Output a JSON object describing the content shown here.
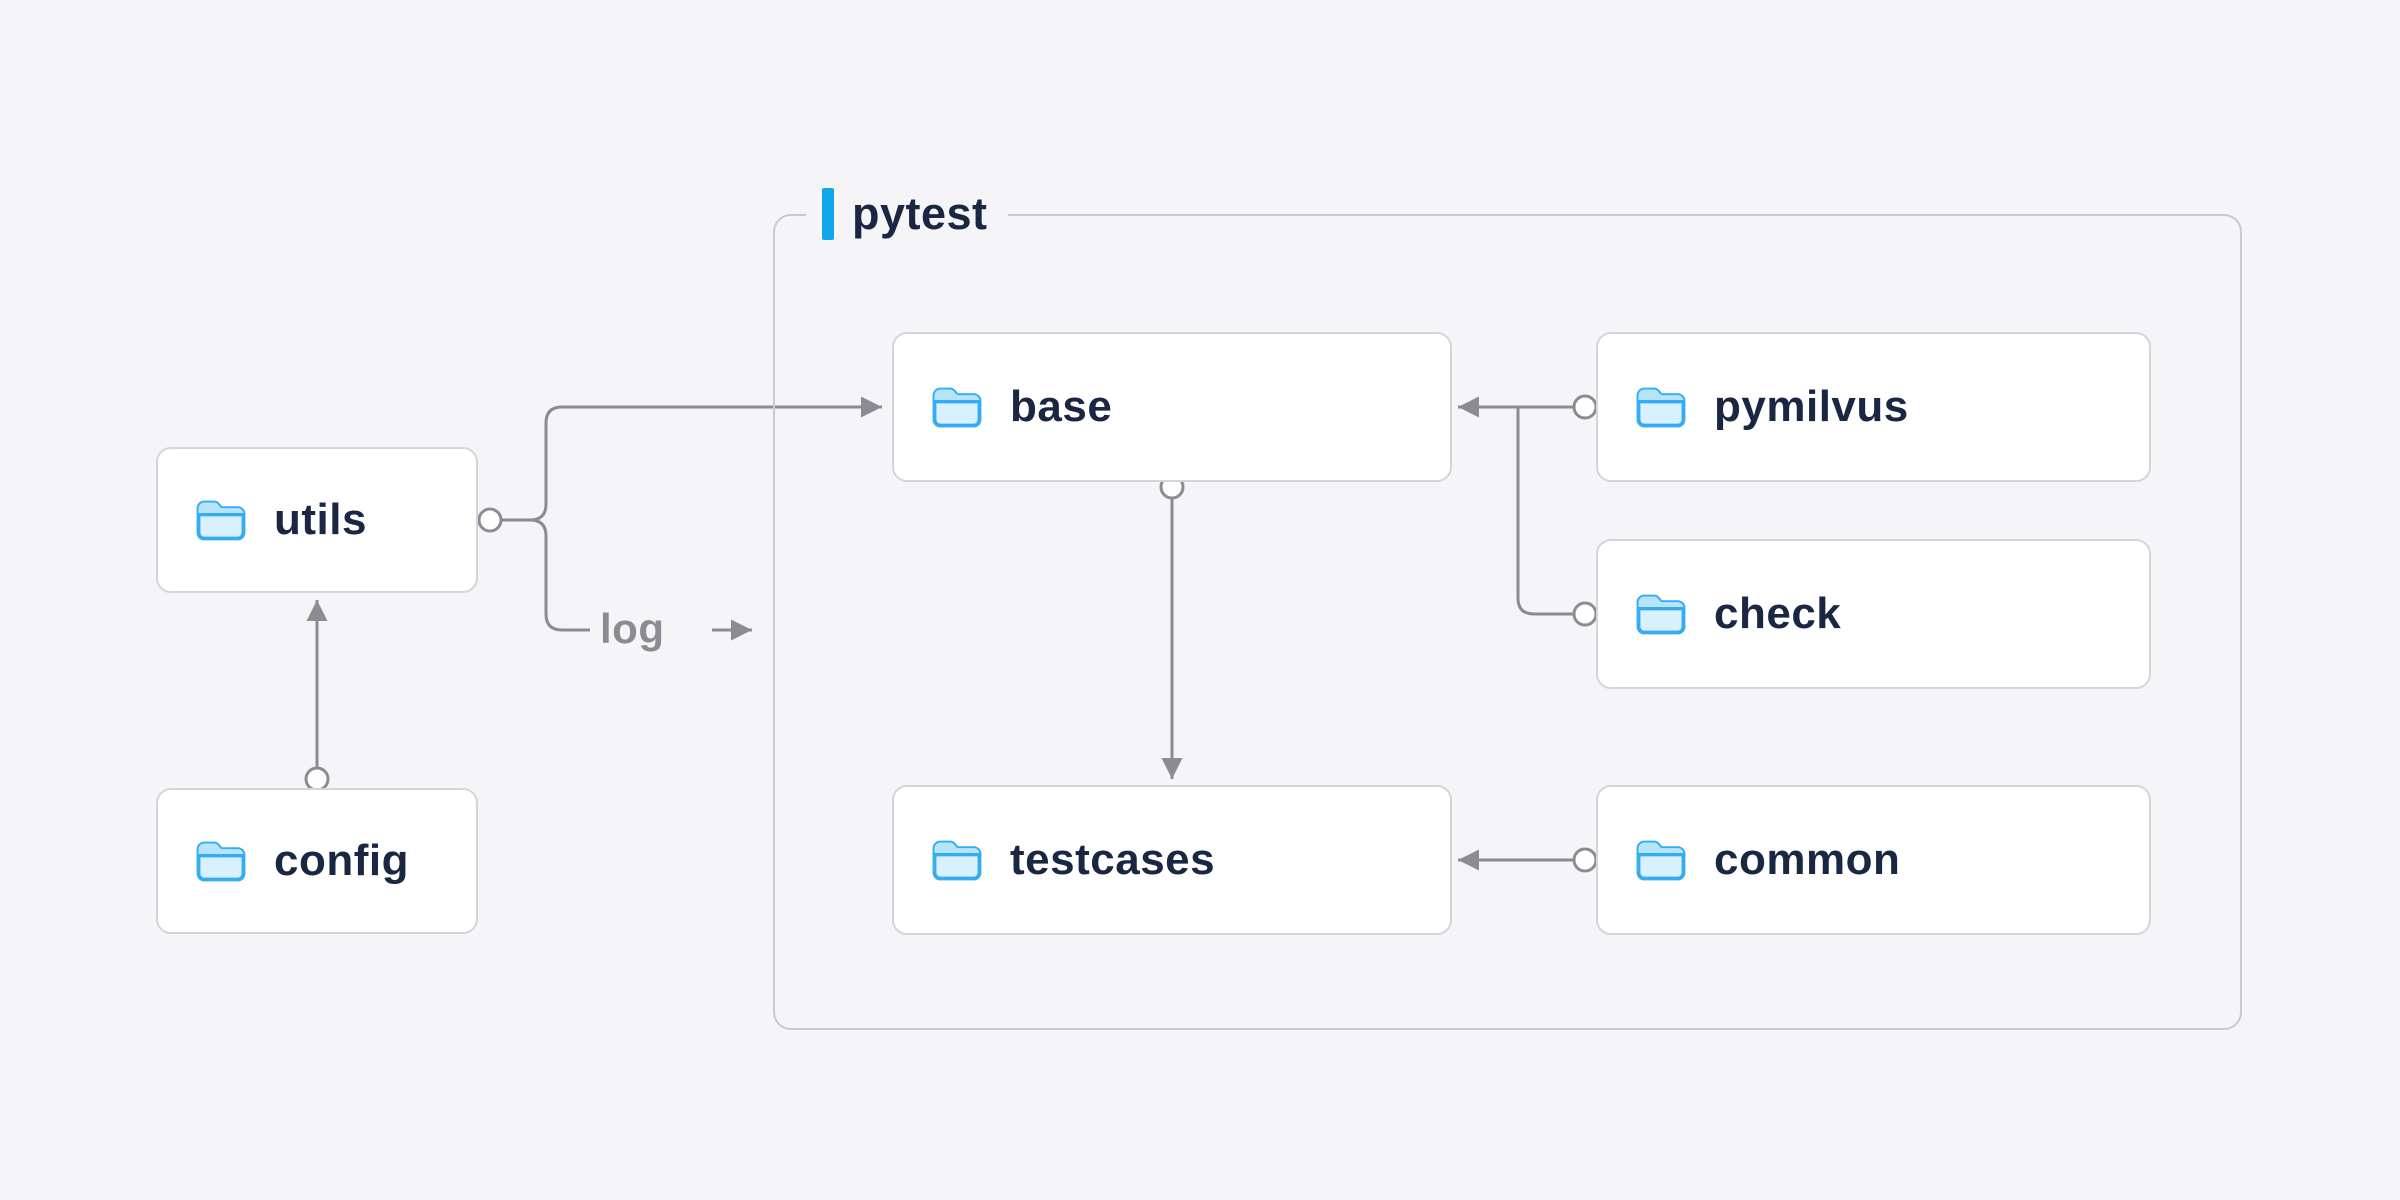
{
  "diagram": {
    "title_group": {
      "label": "pytest"
    },
    "nodes": {
      "utils": {
        "label": "utils"
      },
      "config": {
        "label": "config"
      },
      "base": {
        "label": "base"
      },
      "pymilvus": {
        "label": "pymilvus"
      },
      "check": {
        "label": "check"
      },
      "testcases": {
        "label": "testcases"
      },
      "common": {
        "label": "common"
      }
    },
    "edges": [
      {
        "from": "config",
        "to": "utils",
        "label": ""
      },
      {
        "from": "utils",
        "to": "base",
        "label": ""
      },
      {
        "from": "utils",
        "to": "pytest",
        "label": "log"
      },
      {
        "from": "pymilvus",
        "to": "base",
        "label": ""
      },
      {
        "from": "check",
        "to": "base",
        "label": ""
      },
      {
        "from": "base",
        "to": "testcases",
        "label": ""
      },
      {
        "from": "common",
        "to": "testcases",
        "label": ""
      }
    ],
    "colors": {
      "background": "#f5f5f7",
      "node_background": "#ffffff",
      "node_border": "#d4d4da",
      "node_text": "#1a2742",
      "line": "#8b8b94",
      "accent": "#10a8ea",
      "folder_stroke": "#35acf1",
      "folder_fill": "#d9f1fe"
    }
  }
}
